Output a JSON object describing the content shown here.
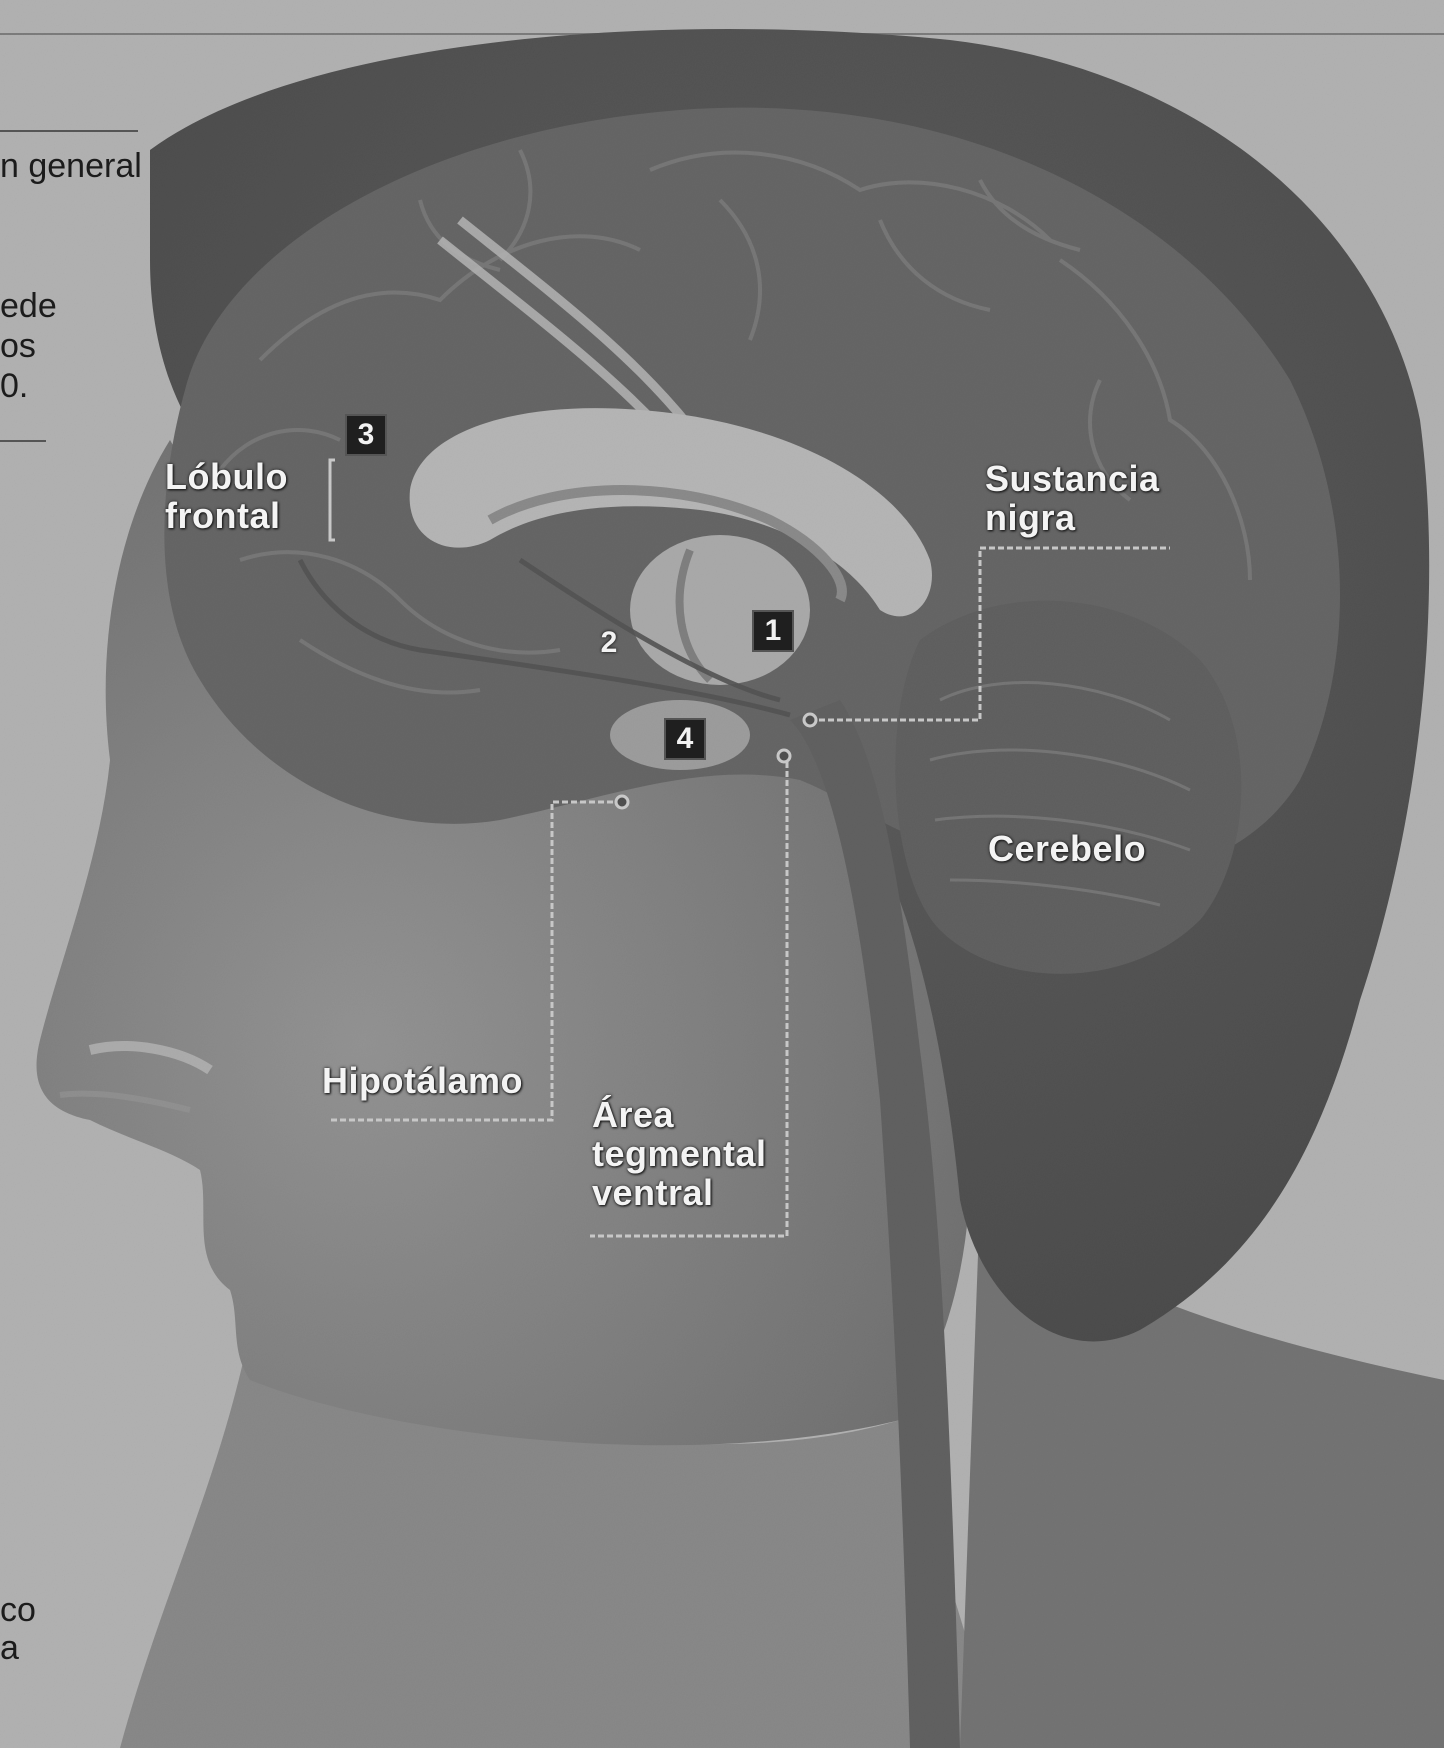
{
  "labels": {
    "lobulo_frontal": [
      "Lóbulo",
      "frontal"
    ],
    "sustancia_nigra": [
      "Sustancia",
      "nigra"
    ],
    "cerebelo": "Cerebelo",
    "hipotalamo": "Hipotálamo",
    "area_tegmental": [
      "Área",
      "tegmental",
      "ventral"
    ]
  },
  "markers": [
    "1",
    "2",
    "3",
    "4"
  ],
  "edge_fragments": {
    "top": "n general",
    "mid": [
      "ede",
      "os",
      "0."
    ],
    "bottom": [
      "co",
      "a"
    ]
  },
  "colors": {
    "background": "#c9c9c9",
    "hair": "#3a3a3a",
    "brain": "#5a5a5a",
    "ventricle": "#cfcfcf",
    "label_text": "#f4f4f4",
    "leader_line": "#ededed"
  }
}
